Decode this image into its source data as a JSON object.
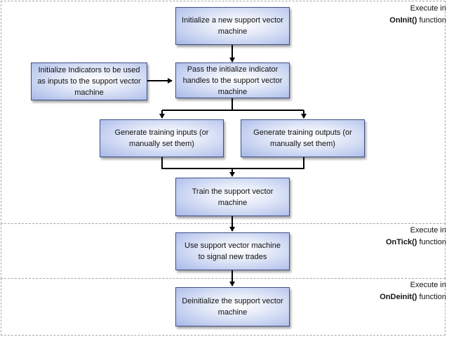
{
  "regions": [
    {
      "execute_label": "Execute in",
      "function_name": "OnInit()",
      "function_suffix": "function"
    },
    {
      "execute_label": "Execute in",
      "function_name": "OnTick()",
      "function_suffix": "function"
    },
    {
      "execute_label": "Execute in",
      "function_name": "OnDeinit()",
      "function_suffix": "function"
    }
  ],
  "nodes": {
    "init_svm": "Initialize a new support vector machine",
    "init_indicators": "Initialize Indicators to be used as inputs to the support vector machine",
    "pass_handles": "Pass the initialize indicator handles to the support vector machine",
    "gen_inputs": "Generate training inputs (or manually set them)",
    "gen_outputs": "Generate training outputs (or manually set them)",
    "train_svm": "Train the support vector machine",
    "use_svm": "Use support vector machine to signal new trades",
    "deinit_svm": "Deinitialize the support vector machine"
  },
  "colors": {
    "box_border": "#3f4f86",
    "box_fill_light": "#ffffff",
    "box_fill_dark": "#a7b8e6",
    "region_border": "#a8a8a8",
    "arrow": "#000000"
  }
}
